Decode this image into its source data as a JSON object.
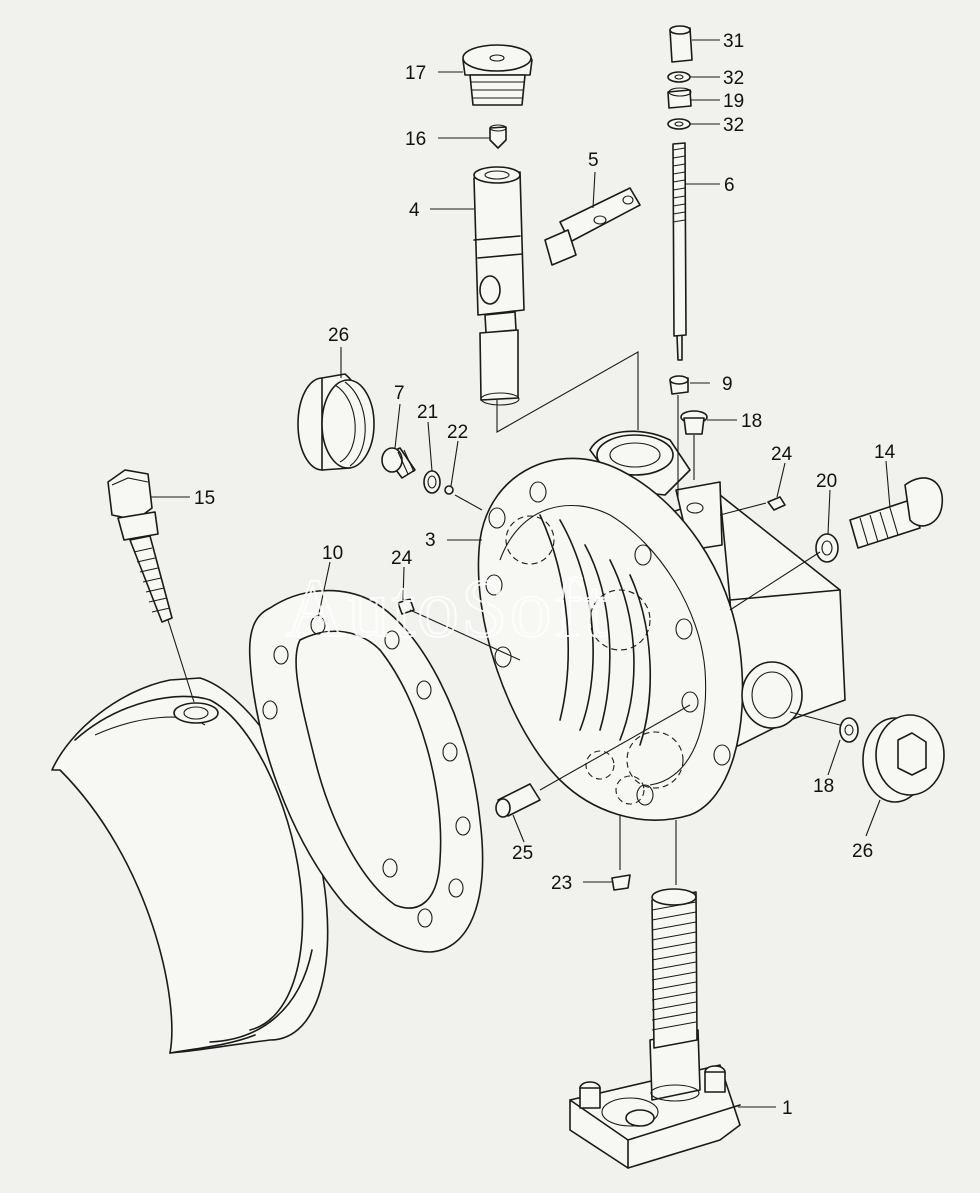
{
  "watermark": "AutoSoft",
  "callouts": {
    "c31": "31",
    "c32a": "32",
    "c19": "19",
    "c32b": "32",
    "c6": "6",
    "c17": "17",
    "c16": "16",
    "c5": "5",
    "c4": "4",
    "c9": "9",
    "c18a": "18",
    "c26a": "26",
    "c7": "7",
    "c21": "21",
    "c22": "22",
    "c24a": "24",
    "c20": "20",
    "c14": "14",
    "c15": "15",
    "c3": "3",
    "c10": "10",
    "c24b": "24",
    "c18b": "18",
    "c26b": "26",
    "c25": "25",
    "c23": "23",
    "c1": "1"
  }
}
